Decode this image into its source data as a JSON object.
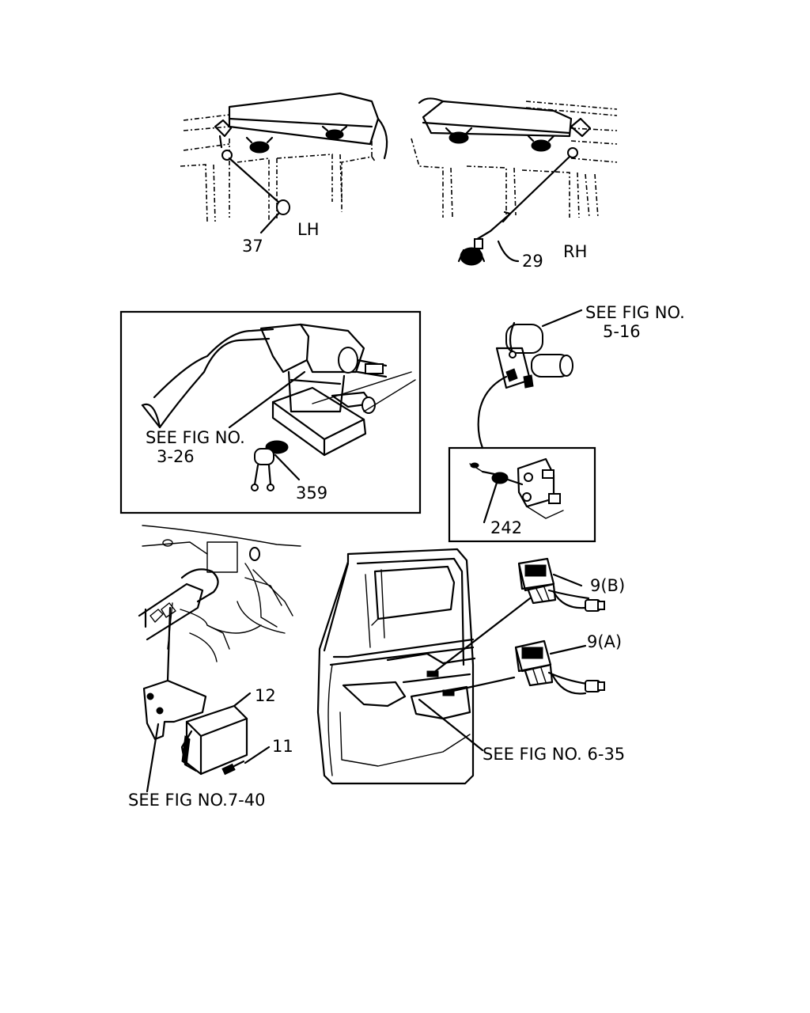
{
  "labels": {
    "lh": "LH",
    "rh": "RH",
    "p37": "37",
    "p29": "29",
    "see_5_16_a": "SEE FIG NO.",
    "see_5_16_b": "5-16",
    "see_3_26_a": "SEE FIG NO.",
    "see_3_26_b": "3-26",
    "p359": "359",
    "p242": "242",
    "p9b": "9(B)",
    "p9a": "9(A)",
    "p12": "12",
    "p11": "11",
    "see_6_35": "SEE FIG NO. 6-35",
    "see_7_40": "SEE FIG NO.7-40"
  }
}
